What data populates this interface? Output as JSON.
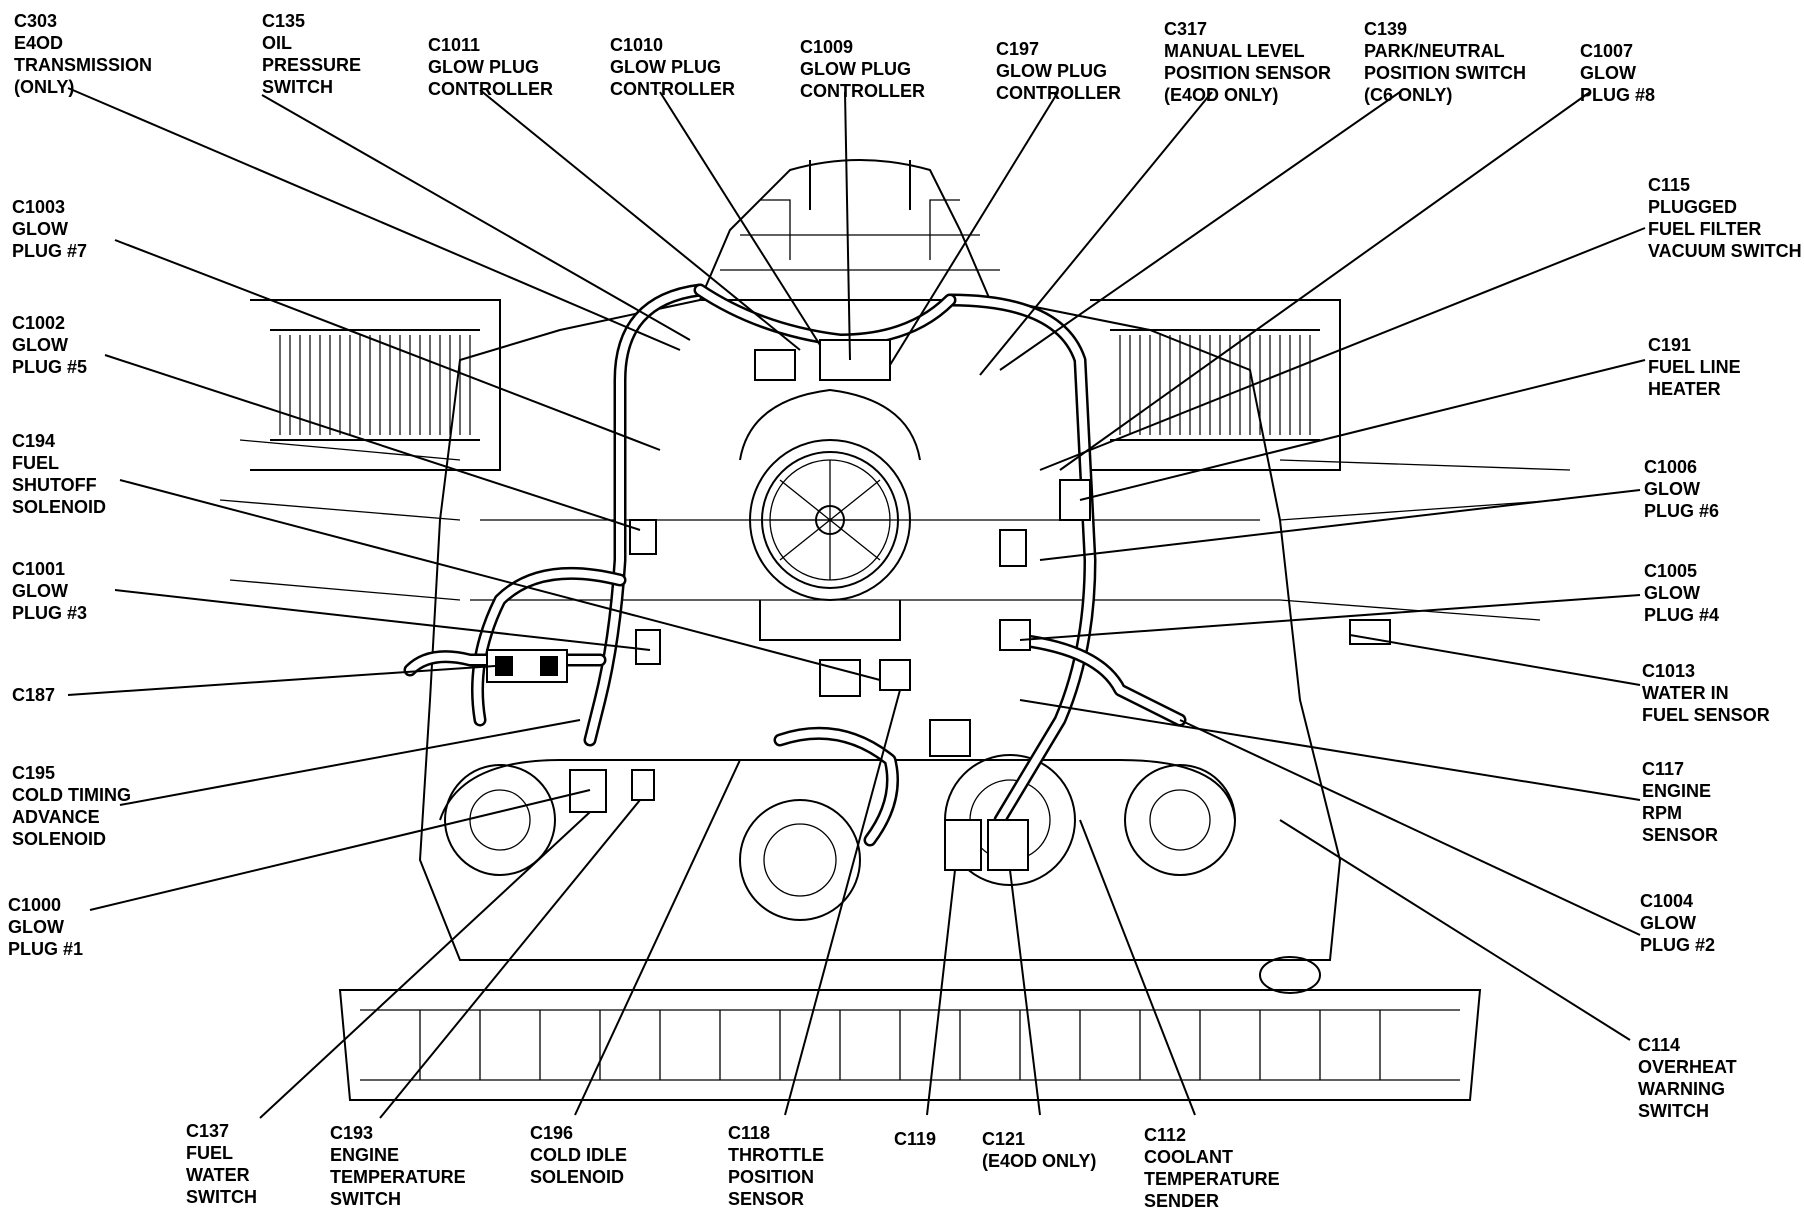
{
  "colors": {
    "ink": "#000000",
    "paper": "#ffffff"
  },
  "labels": {
    "c303": {
      "lines": [
        "C303",
        "E4OD",
        "TRANSMISSION",
        "(ONLY)"
      ]
    },
    "c135": {
      "lines": [
        "C135",
        "OIL",
        "PRESSURE",
        "SWITCH"
      ]
    },
    "c1011": {
      "lines": [
        "C1011",
        "GLOW PLUG",
        "CONTROLLER"
      ]
    },
    "c1010": {
      "lines": [
        "C1010",
        "GLOW PLUG",
        "CONTROLLER"
      ]
    },
    "c1009": {
      "lines": [
        "C1009",
        "GLOW PLUG",
        "CONTROLLER"
      ]
    },
    "c197": {
      "lines": [
        "C197",
        "GLOW PLUG",
        "CONTROLLER"
      ]
    },
    "c317": {
      "lines": [
        "C317",
        "MANUAL LEVEL",
        "POSITION SENSOR",
        "(E4OD ONLY)"
      ]
    },
    "c139": {
      "lines": [
        "C139",
        "PARK/NEUTRAL",
        "POSITION SWITCH",
        "(C6 ONLY)"
      ]
    },
    "c1007": {
      "lines": [
        "C1007",
        "GLOW",
        "PLUG #8"
      ]
    },
    "c1003": {
      "lines": [
        "C1003",
        "GLOW",
        "PLUG #7"
      ]
    },
    "c115": {
      "lines": [
        "C115",
        "PLUGGED",
        "FUEL FILTER",
        "VACUUM SWITCH"
      ]
    },
    "c1002": {
      "lines": [
        "C1002",
        "GLOW",
        "PLUG #5"
      ]
    },
    "c191": {
      "lines": [
        "C191",
        "FUEL LINE",
        "HEATER"
      ]
    },
    "c194": {
      "lines": [
        "C194",
        "FUEL",
        "SHUTOFF",
        "SOLENOID"
      ]
    },
    "c1006": {
      "lines": [
        "C1006",
        "GLOW",
        "PLUG #6"
      ]
    },
    "c1001": {
      "lines": [
        "C1001",
        "GLOW",
        "PLUG #3"
      ]
    },
    "c1005": {
      "lines": [
        "C1005",
        "GLOW",
        "PLUG #4"
      ]
    },
    "c187": {
      "lines": [
        "C187"
      ]
    },
    "c1013": {
      "lines": [
        "C1013",
        "WATER IN",
        "FUEL SENSOR"
      ]
    },
    "c195": {
      "lines": [
        "C195",
        "COLD TIMING",
        "ADVANCE",
        "SOLENOID"
      ]
    },
    "c117": {
      "lines": [
        "C117",
        "ENGINE",
        "RPM",
        "SENSOR"
      ]
    },
    "c1000": {
      "lines": [
        "C1000",
        "GLOW",
        "PLUG #1"
      ]
    },
    "c1004": {
      "lines": [
        "C1004",
        "GLOW",
        "PLUG #2"
      ]
    },
    "c114": {
      "lines": [
        "C114",
        "OVERHEAT",
        "WARNING",
        "SWITCH"
      ]
    },
    "c137": {
      "lines": [
        "C137",
        "FUEL",
        "WATER",
        "SWITCH"
      ]
    },
    "c193": {
      "lines": [
        "C193",
        "ENGINE",
        "TEMPERATURE",
        "SWITCH"
      ]
    },
    "c196": {
      "lines": [
        "C196",
        "COLD IDLE",
        "SOLENOID"
      ]
    },
    "c118": {
      "lines": [
        "C118",
        "THROTTLE",
        "POSITION",
        "SENSOR"
      ]
    },
    "c119": {
      "lines": [
        "C119"
      ]
    },
    "c121": {
      "lines": [
        "C121",
        "(E4OD ONLY)"
      ]
    },
    "c112": {
      "lines": [
        "C112",
        "COOLANT",
        "TEMPERATURE",
        "SENDER"
      ]
    }
  }
}
